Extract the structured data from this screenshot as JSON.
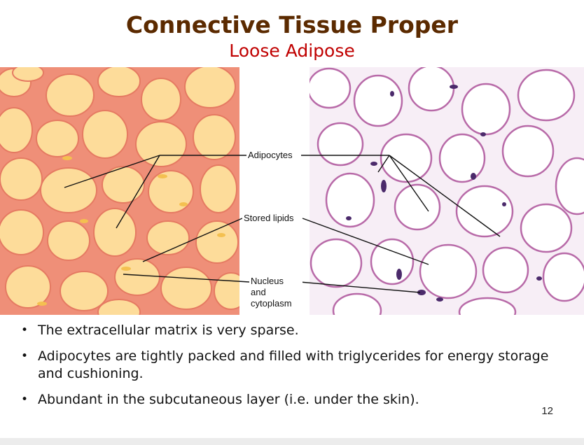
{
  "slide": {
    "title": "Connective Tissue Proper",
    "subtitle": "Loose Adipose",
    "figure": {
      "labels": {
        "adipocytes": "Adipocytes",
        "stored_lipids": "Stored lipids",
        "nucleus_line1": "Nucleus",
        "nucleus_line2": "and",
        "nucleus_line3": "cytoplasm"
      }
    },
    "bullets": [
      "The extracellular matrix is very sparse.",
      "Adipocytes are tightly packed and filled with triglycerides for energy storage and cushioning.",
      "Abundant in the subcutaneous layer (i.e. under the skin)."
    ],
    "page_number": "12"
  },
  "colors": {
    "title": "#5b2a00",
    "subtitle": "#c00000",
    "illustration_matrix": "#ef8f78",
    "illustration_cell": "#fddc9a",
    "micrograph_stroke": "#b86aa8",
    "micrograph_nucleus": "#4b2a6b"
  }
}
